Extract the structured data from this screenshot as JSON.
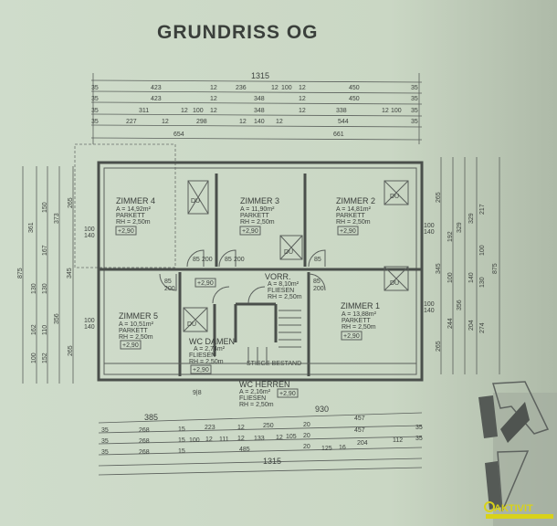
{
  "title": "GRUNDRISS OG",
  "top_dims": {
    "r1": [
      "1315"
    ],
    "r2": [
      "35",
      "423",
      "12",
      "236",
      "12",
      "100",
      "12",
      "450",
      "35"
    ],
    "r3": [
      "35",
      "423",
      "12",
      "348",
      "12",
      "450",
      "35"
    ],
    "r4": [
      "35",
      "311",
      "12",
      "100",
      "12",
      "348",
      "12",
      "338",
      "12",
      "100",
      "35"
    ],
    "r5": [
      "35",
      "227",
      "12",
      "298",
      "12",
      "140",
      "12",
      "544",
      "35"
    ],
    "r6": [
      "654",
      "661"
    ]
  },
  "bottom_dims": {
    "r0": [
      "930",
      "385",
      "457"
    ],
    "r1": [
      "35",
      "268",
      "15",
      "223",
      "12",
      "250",
      "20",
      "457",
      "35"
    ],
    "r2": [
      "35",
      "268",
      "15",
      "100",
      "12",
      "111",
      "12",
      "133",
      "12",
      "105",
      "20",
      "204",
      "112",
      "35"
    ],
    "r3": [
      "35",
      "268",
      "15",
      "485",
      "20",
      "125",
      "16"
    ],
    "r4": [
      "1315"
    ]
  },
  "left_dims": [
    "875",
    "361",
    "167",
    "130",
    "162",
    "100",
    "150",
    "130",
    "110",
    "152",
    "373",
    "356",
    "345",
    "265",
    "265"
  ],
  "right_dims": [
    "265",
    "345",
    "265",
    "192",
    "329",
    "329",
    "217",
    "100",
    "100",
    "140",
    "130",
    "244",
    "356",
    "204",
    "274",
    "875"
  ],
  "rooms": [
    {
      "name": "ZIMMER 4",
      "area": "A = 14,92m²",
      "floor": "PARKETT",
      "height": "RH = 2,50m",
      "level": "+2,90"
    },
    {
      "name": "ZIMMER 3",
      "area": "A = 11,90m²",
      "floor": "PARKETT",
      "height": "RH = 2,50m",
      "level": "+2,90"
    },
    {
      "name": "ZIMMER 2",
      "area": "A = 14,81m²",
      "floor": "PARKETT",
      "height": "RH = 2,50m",
      "level": "+2,90"
    },
    {
      "name": "ZIMMER 5",
      "area": "A = 10,51m²",
      "floor": "PARKETT",
      "height": "RH = 2,50m",
      "level": "+2,90"
    },
    {
      "name": "ZIMMER 1",
      "area": "A = 13,88m²",
      "floor": "PARKETT",
      "height": "RH = 2,50m",
      "level": "+2,90"
    },
    {
      "name": "VORR.",
      "area": "A = 8,10m²",
      "floor": "FLIESEN",
      "height": "RH = 2,50m",
      "level": "+2,90"
    },
    {
      "name": "WC DAMEN",
      "area": "A = 2,74m²",
      "floor": "FLIESEN",
      "height": "RH = 2,50m",
      "level": "+2,90"
    },
    {
      "name": "WC HERREN",
      "area": "A = 2,16m²",
      "floor": "FLIESEN",
      "height": "RH = 2,50m",
      "level": "+2,90"
    }
  ],
  "stair_label": "STIEGE BESTAND",
  "shower_label": "DU",
  "door_w": "85",
  "door_h": "200",
  "window_a": "100",
  "window_b": "140",
  "misc_dim": "9|8",
  "logo": {
    "text": "AKTIVIT",
    "accent": "#d8d21a"
  }
}
